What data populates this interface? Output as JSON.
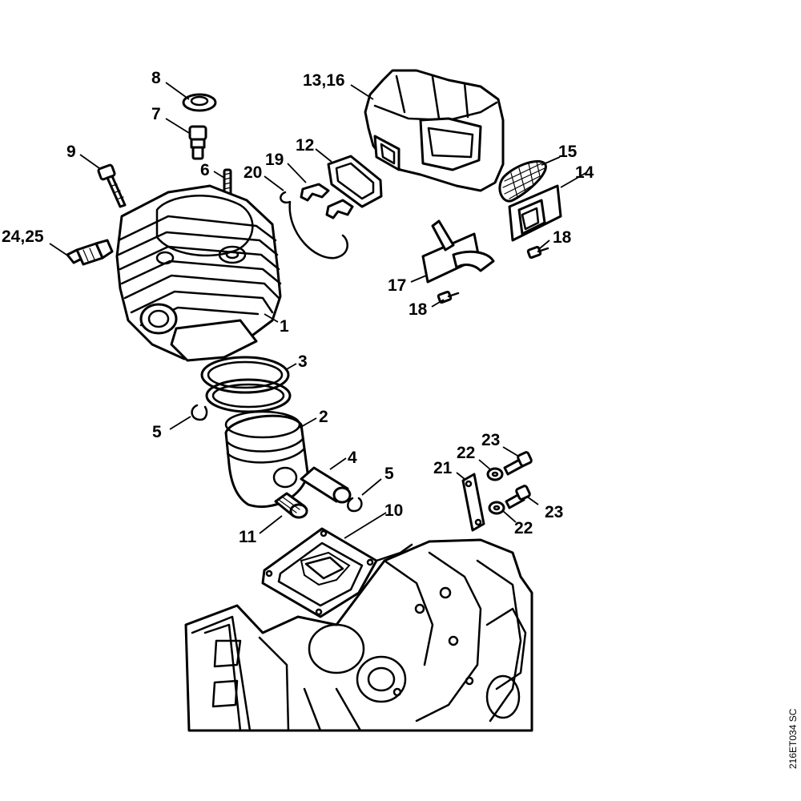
{
  "labels": {
    "p1": "1",
    "p2": "2",
    "p3": "3",
    "p4": "4",
    "p5a": "5",
    "p5b": "5",
    "p6": "6",
    "p7": "7",
    "p8": "8",
    "p9": "9",
    "p10": "10",
    "p11": "11",
    "p12": "12",
    "p13_16": "13,16",
    "p14": "14",
    "p15": "15",
    "p17": "17",
    "p18a": "18",
    "p18b": "18",
    "p19": "19",
    "p20": "20",
    "p21": "21",
    "p22a": "22",
    "p22b": "22",
    "p23a": "23",
    "p23b": "23",
    "p24_25": "24,25"
  },
  "drawing_code": "216ET034 SC"
}
